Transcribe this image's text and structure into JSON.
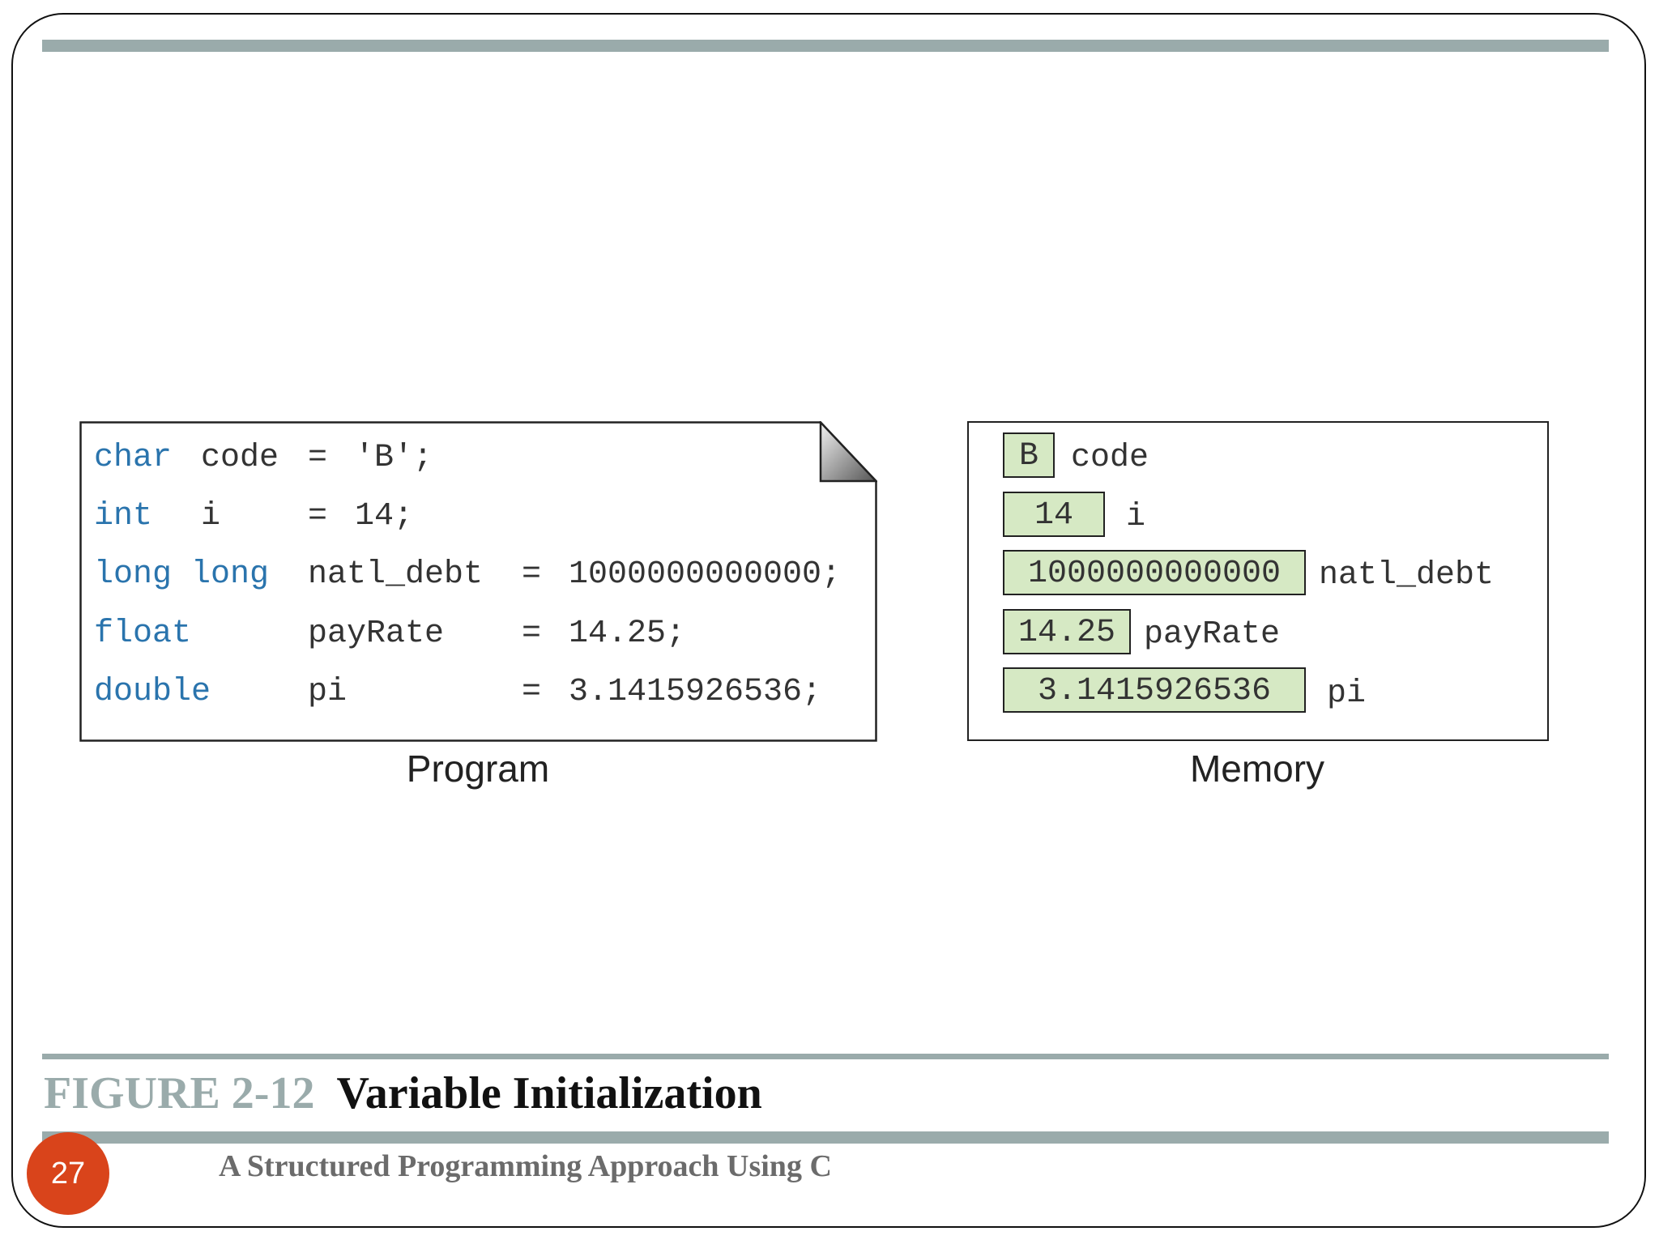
{
  "diagram": {
    "program": {
      "caption": "Program",
      "lines": [
        {
          "type": "char",
          "name": "code",
          "eq": "=",
          "value": "'B';"
        },
        {
          "type": "int",
          "name": "i",
          "eq": "=",
          "value": "14;"
        },
        {
          "type": "long long",
          "name": "natl_debt",
          "eq": "=",
          "value": "1000000000000;"
        },
        {
          "type": "float",
          "name": "payRate",
          "eq": "=",
          "value": "14.25;"
        },
        {
          "type": "double",
          "name": "pi",
          "eq": "=",
          "value": "3.1415926536;"
        }
      ]
    },
    "memory": {
      "caption": "Memory",
      "cells": [
        {
          "value": "B",
          "name": "code"
        },
        {
          "value": "14",
          "name": "i"
        },
        {
          "value": "1000000000000",
          "name": "natl_debt"
        },
        {
          "value": "14.25",
          "name": "payRate"
        },
        {
          "value": "3.1415926536",
          "name": "pi"
        }
      ]
    }
  },
  "figure": {
    "number": "FIGURE 2-12",
    "title": "Variable Initialization"
  },
  "footer": {
    "page_number": "27",
    "book_title": "A Structured Programming Approach Using C"
  },
  "colors": {
    "keyword": "#2a74ad",
    "memory_fill": "#d6e9c4",
    "rule": "#9aabab",
    "badge": "#d9441b"
  }
}
